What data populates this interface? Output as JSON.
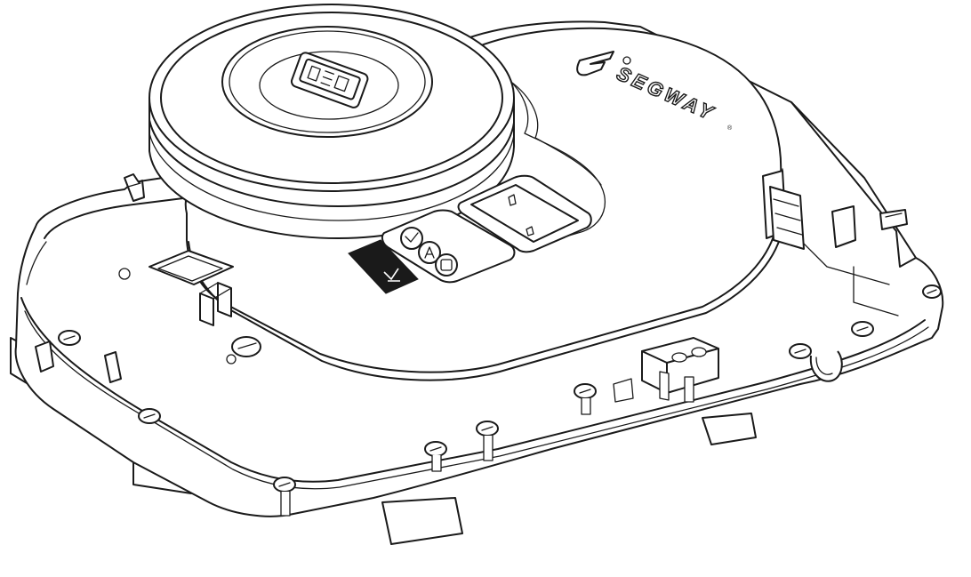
{
  "brand": {
    "name": "SEGWAY",
    "registered_mark": "®",
    "logo_icon": "segway-swoosh-icon"
  },
  "icons": {
    "lid_badge": "lid-badge-icon",
    "status_1": "status-icon-1",
    "status_2": "status-icon-2",
    "status_3": "status-icon-3",
    "label_sticker": "label-sticker-icon",
    "screw": "screw-icon",
    "clip": "clip-icon"
  },
  "colors": {
    "line": "#1a1a1a",
    "fill": "#ffffff"
  }
}
